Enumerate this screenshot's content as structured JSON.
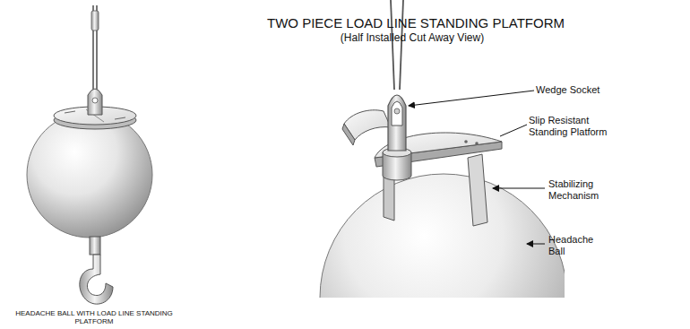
{
  "diagram": {
    "title": "TWO PIECE LOAD LINE STANDING PLATFORM",
    "caption": "HEADACHE BALL WITH LOAD LINE STANDING PLATFORM",
    "labels": [
      "(Half Installed Cut Away View)",
      "Wedge Socket",
      "Slip Resistant Standing Platform",
      "Stabilizing Mechanism",
      "Headache Ball"
    ]
  }
}
